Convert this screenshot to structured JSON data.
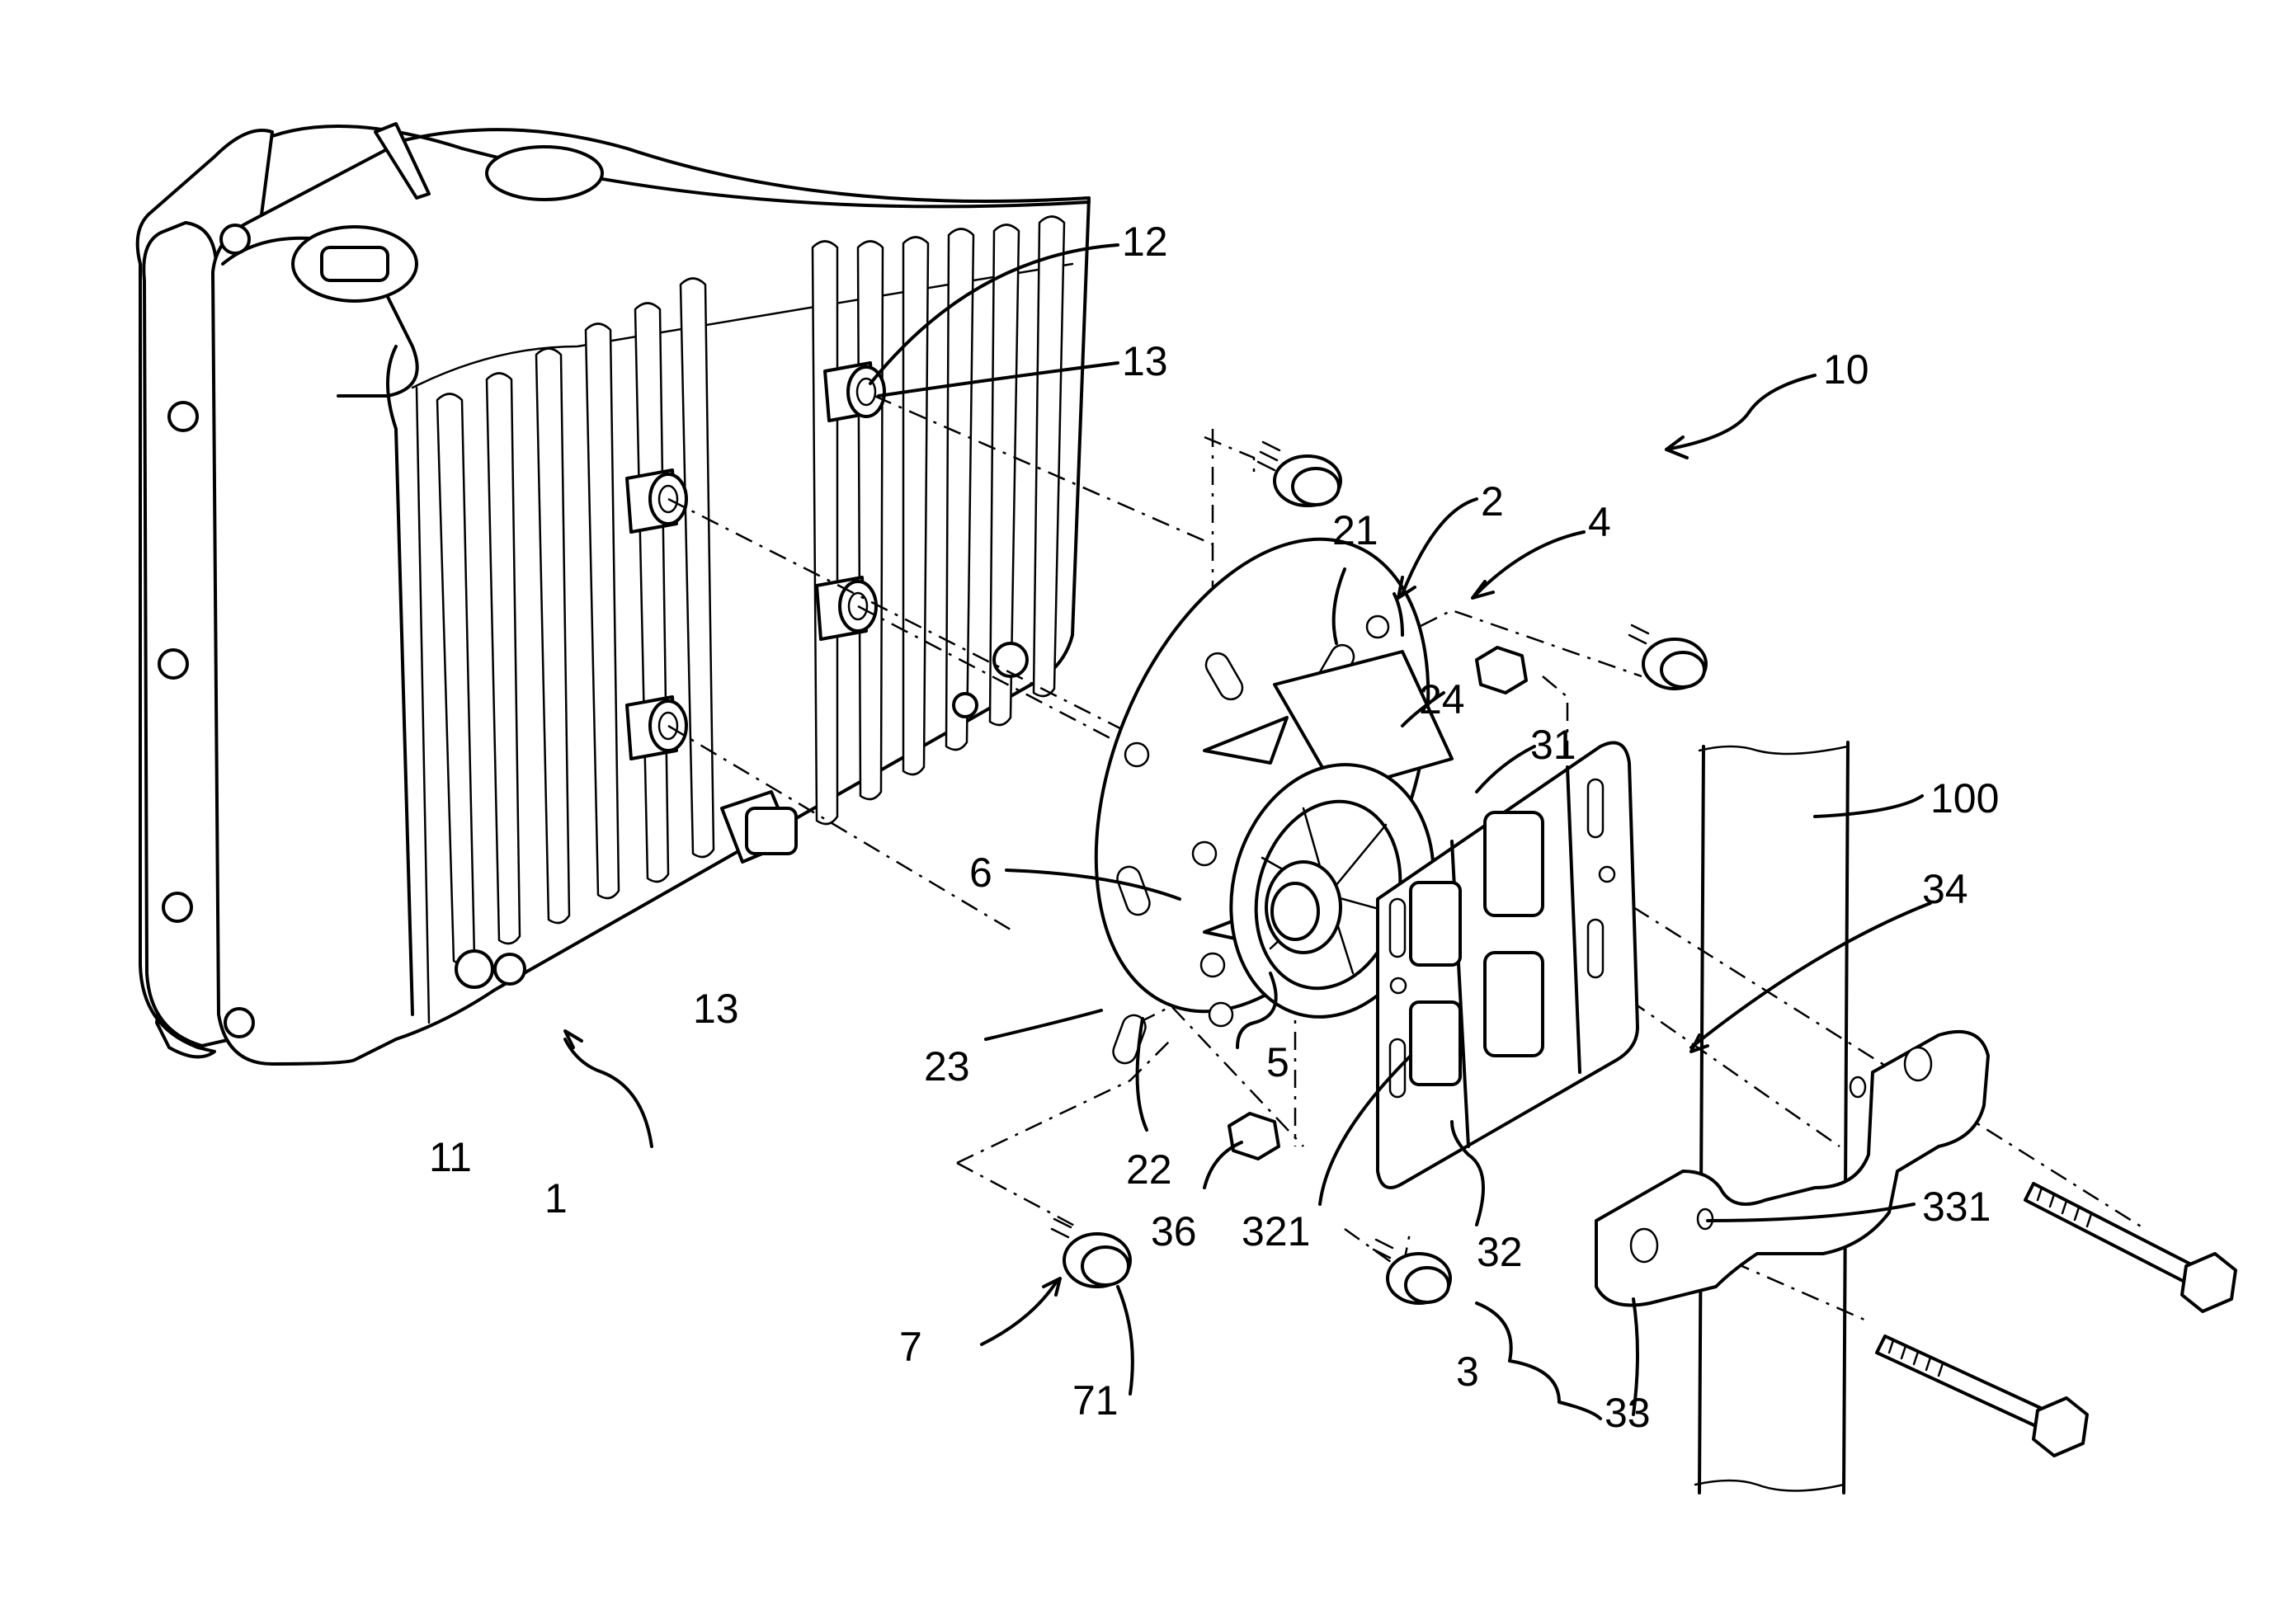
{
  "labels": {
    "l10": "10",
    "l12": "12",
    "l13a": "13",
    "l13b": "13",
    "l2": "2",
    "l21": "21",
    "l4": "4",
    "l24": "24",
    "l31": "31",
    "l100": "100",
    "l34": "34",
    "l6": "6",
    "l5": "5",
    "l23": "23",
    "l22": "22",
    "l36": "36",
    "l321": "321",
    "l32": "32",
    "l331": "331",
    "l11": "11",
    "l1": "1",
    "l7": "7",
    "l71": "71",
    "l3": "3",
    "l33": "33"
  }
}
